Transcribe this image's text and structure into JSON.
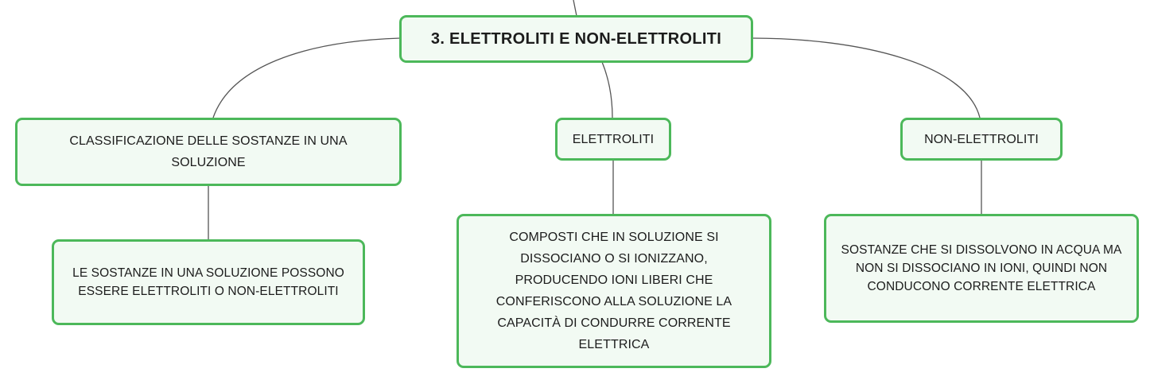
{
  "diagram": {
    "root": {
      "label": "3. ELETTROLITI E NON-ELETTROLITI"
    },
    "branches": [
      {
        "title": "CLASSIFICAZIONE DELLE SOSTANZE IN UNA SOLUZIONE",
        "detail": "LE SOSTANZE IN UNA SOLUZIONE POSSONO ESSERE ELETTROLITI O NON-ELETTROLITI"
      },
      {
        "title": "ELETTROLITI",
        "detail": "COMPOSTI CHE IN SOLUZIONE SI DISSOCIANO O SI IONIZZANO, PRODUCENDO IONI LIBERI CHE CONFERISCONO ALLA SOLUZIONE LA CAPACITÀ DI CONDURRE CORRENTE ELETTRICA"
      },
      {
        "title": "NON-ELETTROLITI",
        "detail": "SOSTANZE CHE SI DISSOLVONO IN ACQUA MA NON SI DISSOCIANO IN IONI, QUINDI NON CONDUCONO CORRENTE ELETTRICA"
      }
    ]
  },
  "colors": {
    "node_border": "#4cb85a",
    "node_fill": "#f2faf3",
    "connector": "#555555",
    "text": "#1c1c1c"
  }
}
